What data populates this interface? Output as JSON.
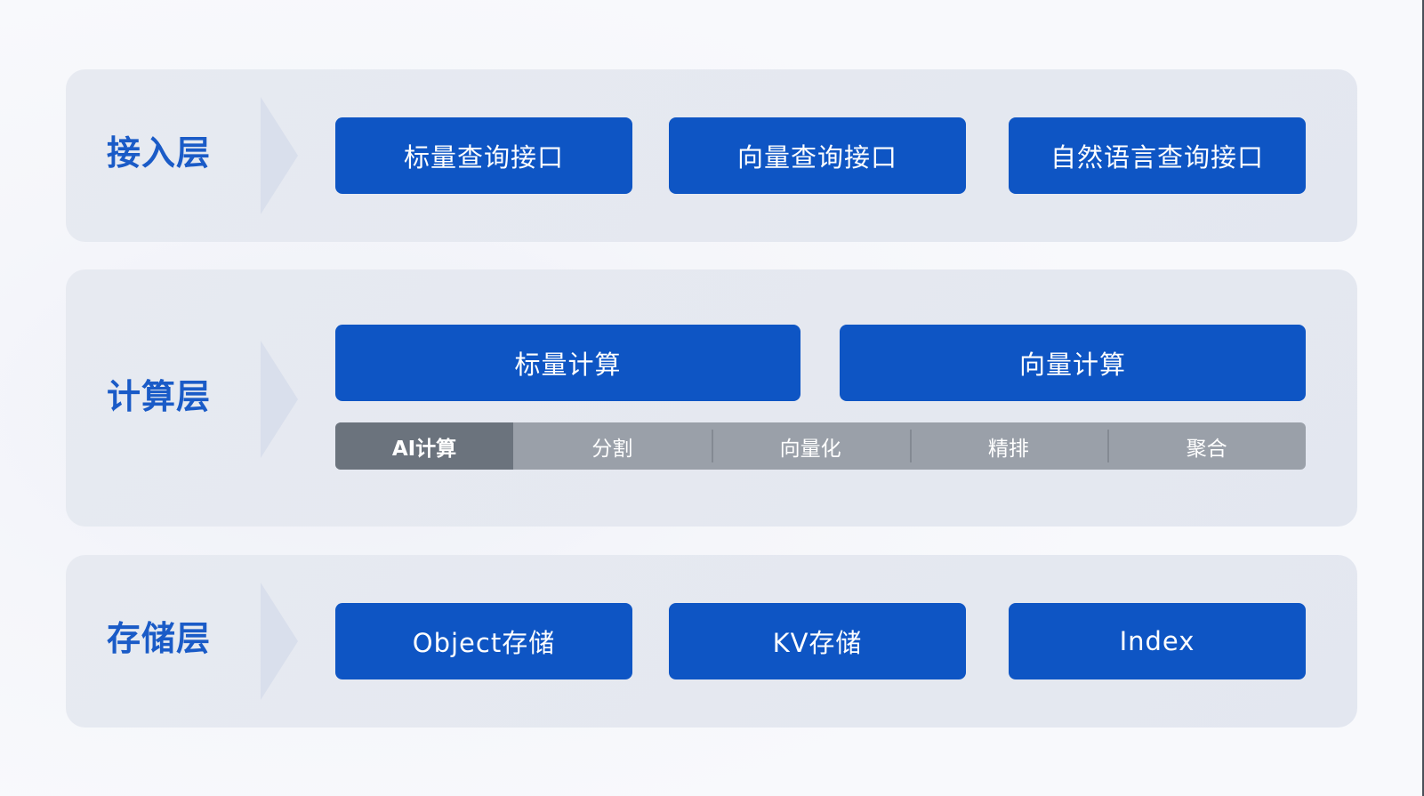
{
  "colors": {
    "accent": "#0e55c4",
    "title": "#1a5bc7",
    "panel": "#e5e9f0",
    "chevron": "#d9dfec",
    "strip_head": "#6b737d",
    "strip": "#9aa0a9"
  },
  "layers": [
    {
      "title": "接入层",
      "boxes": [
        "标量查询接口",
        "向量查询接口",
        "自然语言查询接口"
      ]
    },
    {
      "title": "计算层",
      "boxes": [
        "标量计算",
        "向量计算"
      ],
      "strip": {
        "head": "AI计算",
        "items": [
          "分割",
          "向量化",
          "精排",
          "聚合"
        ]
      }
    },
    {
      "title": "存储层",
      "boxes": [
        "Object存储",
        "KV存储",
        "Index"
      ]
    }
  ]
}
